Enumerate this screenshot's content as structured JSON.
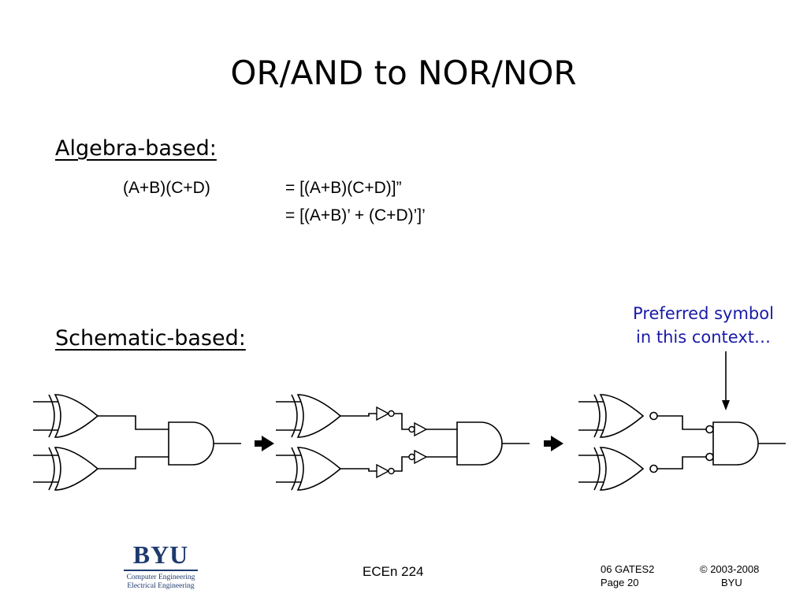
{
  "slide": {
    "title": "OR/AND to NOR/NOR"
  },
  "algebra": {
    "heading": "Algebra-based:",
    "lhs": "(A+B)(C+D)",
    "line1": "= [(A+B)(C+D)]”",
    "line2": "= [(A+B)’ + (C+D)’]’"
  },
  "schematic": {
    "heading": "Schematic-based:",
    "note_line1": "Preferred symbol",
    "note_line2": "in this context…",
    "arrow_icon": "right-arrow-icon",
    "note_color": "#1a1aa8"
  },
  "footer": {
    "logo_text": "BYU",
    "logo_sub1": "Computer Engineering",
    "logo_sub2": "Electrical Engineering",
    "logo_color": "#1f3a6e",
    "course": "ECEn 224",
    "deck": "06 GATES2",
    "page": "Page 20",
    "copyright": "© 2003-2008",
    "org": "BYU"
  }
}
